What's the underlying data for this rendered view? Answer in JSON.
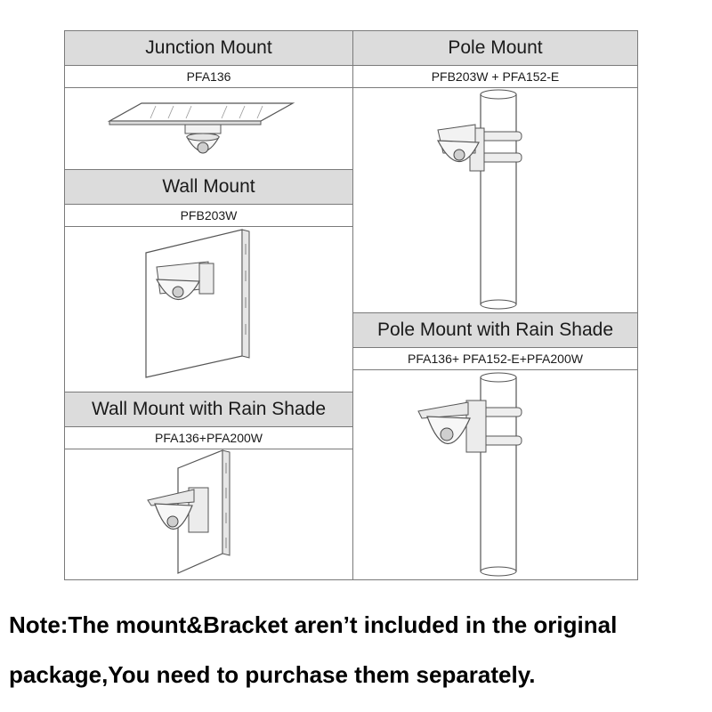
{
  "cells": {
    "junction": {
      "title": "Junction Mount",
      "model": "PFA136"
    },
    "pole": {
      "title": "Pole Mount",
      "model": "PFB203W + PFA152-E"
    },
    "wall": {
      "title": "Wall Mount",
      "model": "PFB203W"
    },
    "pole_rain": {
      "title": "Pole Mount with Rain Shade",
      "model": "PFA136+ PFA152-E+PFA200W"
    },
    "wall_rain": {
      "title": "Wall Mount with Rain Shade",
      "model": "PFA136+PFA200W"
    }
  },
  "note": {
    "line1": "Note:The mount&Bracket aren’t included in the original",
    "line2": "package,You need to purchase them separately."
  }
}
